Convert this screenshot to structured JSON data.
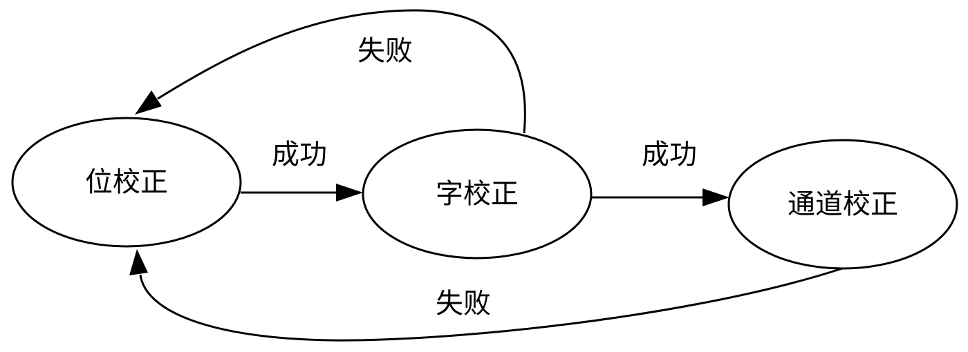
{
  "diagram": {
    "nodes": {
      "bit": {
        "label": "位校正"
      },
      "word": {
        "label": "字校正"
      },
      "channel": {
        "label": "通道校正"
      }
    },
    "edges": {
      "bit_to_word": {
        "label": "成功"
      },
      "word_to_channel": {
        "label": "成功"
      },
      "word_to_bit": {
        "label": "失败"
      },
      "channel_to_bit": {
        "label": "失败"
      }
    }
  }
}
